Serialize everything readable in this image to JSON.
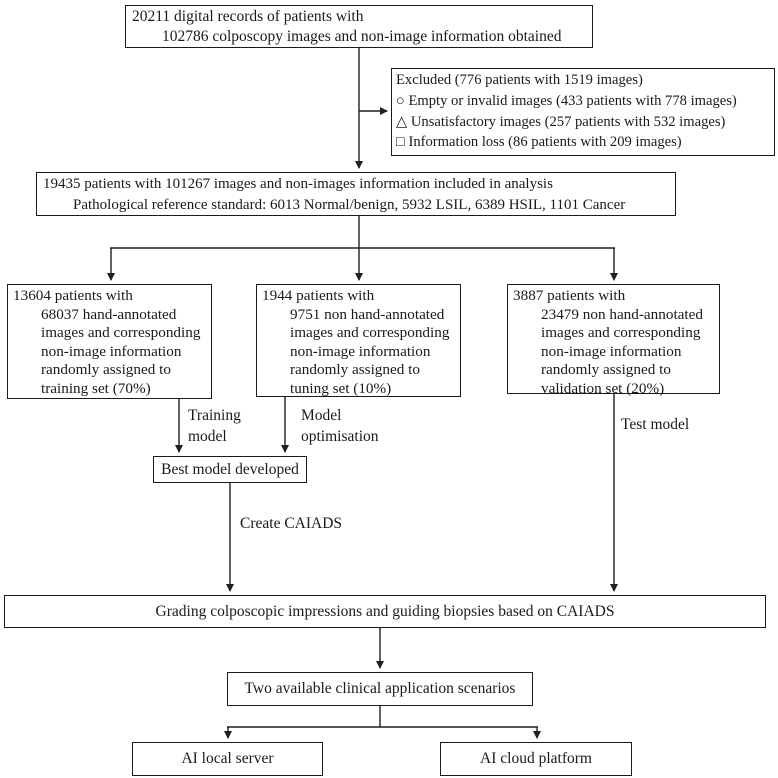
{
  "colors": {
    "ink": "#1a1a1a",
    "background": "#ffffff"
  },
  "nodes": {
    "records": {
      "lines": [
        "20211 digital records of patients with",
        "102786 colposcopy images and non-image information obtained"
      ]
    },
    "excluded": {
      "lines": [
        "Excluded (776 patients with 1519 images)",
        "○ Empty or invalid images (433 patients with 778 images)",
        "△ Unsatisfactory images (257 patients with 532 images)",
        "□ Information loss (86 patients with 209 images)"
      ],
      "bullet_icons": [
        "circle-icon",
        "triangle-icon",
        "square-icon"
      ]
    },
    "included": {
      "lines": [
        "19435 patients with 101267 images and non-images information included in analysis",
        "Pathological reference standard: 6013 Normal/benign, 5932 LSIL, 6389 HSIL, 1101 Cancer"
      ]
    },
    "training": {
      "lines": [
        "13604 patients with",
        "68037 hand-annotated",
        "images and corresponding",
        "non-image information",
        "randomly assigned to",
        "training set (70%)"
      ]
    },
    "tuning": {
      "lines": [
        "1944 patients with",
        "9751 non hand-annotated",
        "images and corresponding",
        "non-image information",
        "randomly assigned to",
        "tuning set (10%)"
      ]
    },
    "validation": {
      "lines": [
        "3887 patients with",
        "23479 non hand-annotated",
        "images and corresponding",
        "non-image information",
        "randomly assigned to",
        "validation set (20%)"
      ]
    },
    "best_model": {
      "label": "Best model developed"
    },
    "grading": {
      "label": "Grading colposcopic impressions and guiding biopsies based on CAIADS"
    },
    "scenarios": {
      "label": "Two available clinical application scenarios"
    },
    "local_server": {
      "label": "AI local server"
    },
    "cloud_platform": {
      "label": "AI cloud platform"
    }
  },
  "edge_labels": {
    "training": [
      "Training",
      "model"
    ],
    "optimisation": [
      "Model",
      "optimisation"
    ],
    "test": "Test model",
    "create": "Create CAIADS"
  }
}
